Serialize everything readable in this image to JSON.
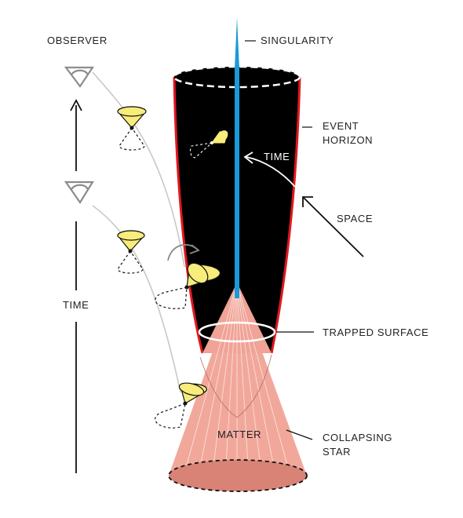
{
  "labels": {
    "observer": "OBSERVER",
    "singularity": "SINGULARITY",
    "event_horizon": "EVENT\nHORIZON",
    "time_inside": "TIME",
    "space": "SPACE",
    "time_axis": "TIME",
    "trapped_surface": "TRAPPED SURFACE",
    "matter": "MATTER",
    "collapsing_star": "COLLAPSING\nSTAR"
  },
  "colors": {
    "interior": "#000000",
    "horizon_edge": "#e0181e",
    "singularity": "#1a9ad6",
    "matter": "#f0a396",
    "light_cone": "#f8ec7a",
    "observer": "#8c8c8c",
    "worldline": "#c8c8c8"
  }
}
